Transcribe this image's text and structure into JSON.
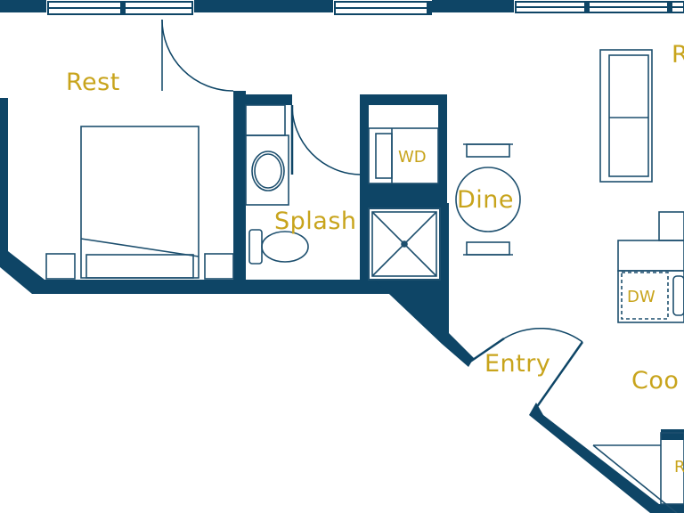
{
  "plan": {
    "colors": {
      "wall": "#0e4566",
      "label": "#c8a41c",
      "fixture": "#1d4f6e",
      "background": "#ffffff"
    },
    "rooms": {
      "rest": "Rest",
      "splash": "Splash",
      "dine": "Dine",
      "entry": "Entry",
      "cook": "Coo",
      "living_partial": "R"
    },
    "appliances": {
      "washer_dryer": "WD",
      "dishwasher": "DW",
      "fridge_partial": "R"
    }
  }
}
